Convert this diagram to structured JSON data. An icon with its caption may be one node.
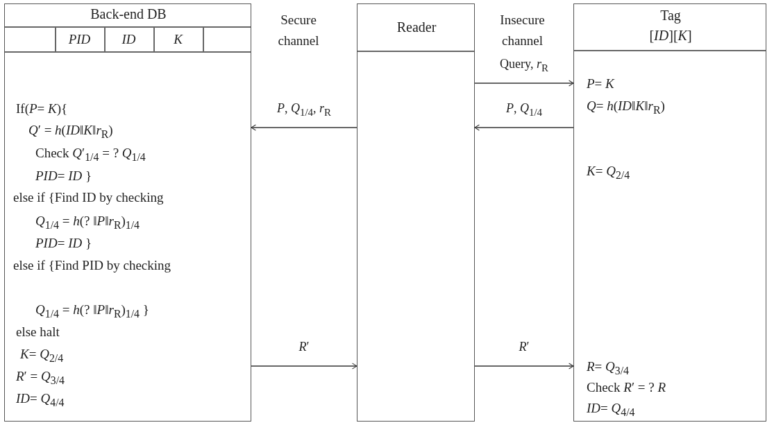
{
  "diagram": {
    "nodes": [
      {
        "text": [
          "Back-end DB",
          "PID",
          "ID",
          "K",
          "If(*P*= *K*){",
          "*Q*′ = *h*(*ID*‖*K*‖*r*$_{R}$)",
          "Check *Q*′$_{1/4}$ = ? *Q*$_{1/4}$",
          "*PID*= *ID* }",
          "else if {Find ID by checking",
          "*Q*$_{1/4}$ = *h*(? ‖*P*‖*r*$_{R}$)$_{1/4}$",
          "*PID*= *ID* }",
          "else if {Find PID by checking",
          "*Q*$_{1/4}$ = *h*(? ‖*P*‖*r*$_{R}$)$_{1/4}$ }",
          "else halt",
          "*K*= *Q*$_{2/4}$",
          "*R*′ = *Q*$_{3/4}$",
          "*ID*= *Q*$_{4/4}$"
        ]
      },
      {
        "text": [
          "Reader"
        ]
      },
      {
        "text": [
          "Tag",
          "[*ID*][*K*]",
          "*P*= *K*",
          "*Q*= *h*(*ID*‖*K*‖*r*$_{R}$)",
          "*K*= *Q*$_{2/4}$",
          "*R*= *Q*$_{3/4}$",
          "Check *R*′ = ? *R*",
          "*ID*= *Q*$_{4/4}$"
        ]
      }
    ],
    "edges": [
      {
        "from": 1,
        "to": 2,
        "arrow": "to",
        "label": "Query, *r*$_{R}$"
      },
      {
        "from": 2,
        "to": 1,
        "arrow": "to",
        "label": "*P*, *Q*$_{1/4}$"
      },
      {
        "from": 1,
        "to": 0,
        "arrow": "to",
        "label": "*P*, *Q*$_{1/4}$, *r*$_{R}$"
      },
      {
        "from": 0,
        "to": 1,
        "arrow": "to",
        "label": "*R*′"
      },
      {
        "from": 1,
        "to": 2,
        "arrow": "to",
        "label": "*R*′"
      }
    ],
    "labels": [
      "Secure channel",
      "Insecure channel"
    ]
  }
}
